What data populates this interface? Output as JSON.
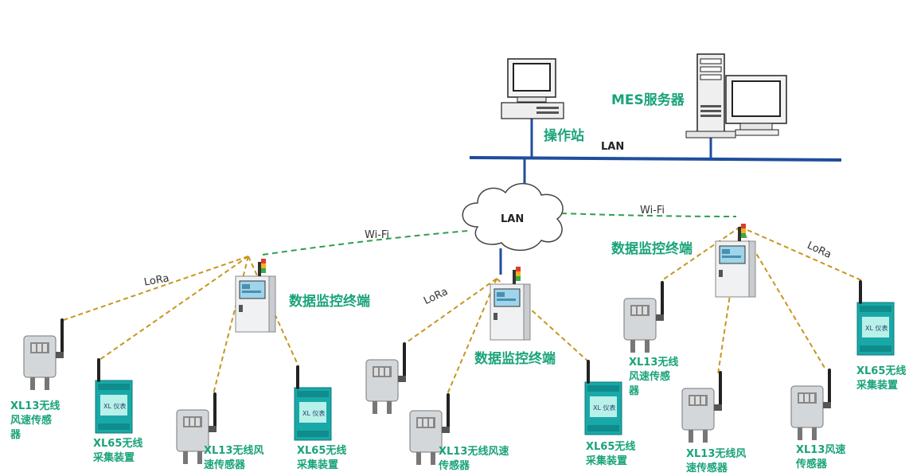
{
  "colors": {
    "accent_green": "#1aa37a",
    "lan_blue": "#1f4e9c",
    "wifi_green": "#2e9e4e",
    "lora_gold": "#c8961e",
    "module_teal": "#19a8a8"
  },
  "network": {
    "lan_bus_label": "LAN",
    "cloud_label": "LAN",
    "station_label": "操作站",
    "mes_label": "MES服务器"
  },
  "links": {
    "wifi_left": "Wi-Fi",
    "wifi_right": "Wi-Fi",
    "lora_left": "LoRa",
    "lora_mid": "LoRa",
    "lora_right": "LoRa"
  },
  "terminals": {
    "left": "数据监控终端",
    "mid": "数据监控终端",
    "right": "数据监控终端"
  },
  "sensors": {
    "s1": "XL13无线\n风速传感\n器",
    "s2": "XL65无线\n采集装置",
    "s3": "XL13无线风\n速传感器",
    "s4": "XL65无线\n采集装置",
    "s5": "XL13无线风速\n传感器",
    "s6": "XL65无线\n采集装置",
    "s7": "XL13无线\n风速传感\n器",
    "s8": "XL13无线风\n速传感器",
    "s9": "XL13风速\n传感器",
    "s10": "XL65无线\n采集装置"
  },
  "icons": [
    "desktop-computer-icon",
    "server-tower-icon",
    "cloud-icon",
    "monitoring-terminal-icon",
    "wind-sensor-icon",
    "collector-module-icon"
  ]
}
